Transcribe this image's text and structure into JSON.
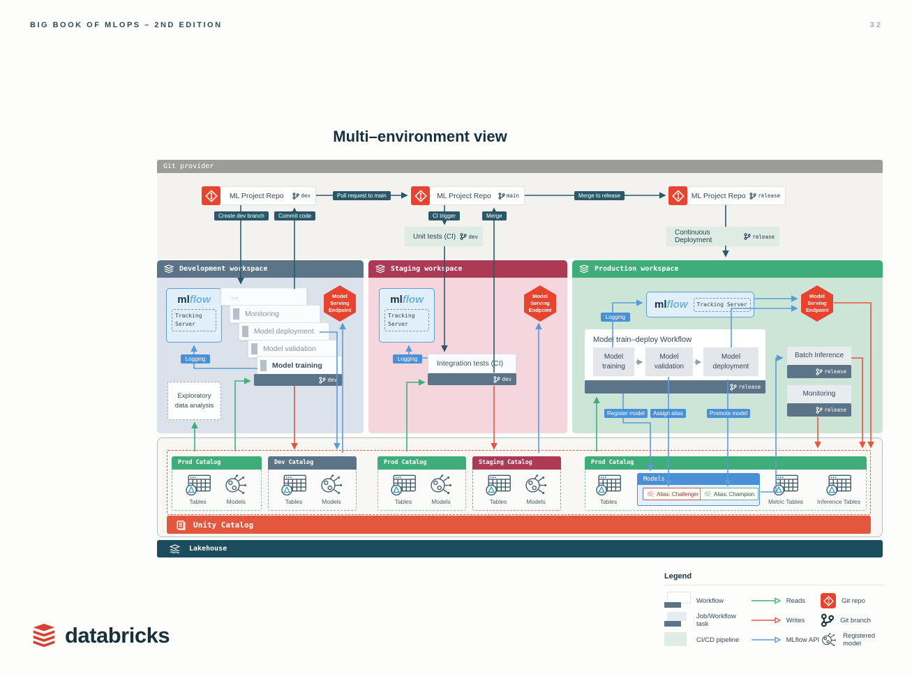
{
  "page": {
    "header_left": "BIG BOOK OF MLOPS – 2ND EDITION",
    "page_number": "32",
    "title": "Multi–environment view"
  },
  "colors": {
    "reads_arrow": "#3fae7c",
    "writes_arrow": "#e4543f",
    "mlflow_api_arrow": "#5a9bd5",
    "git_flow": "#29586b",
    "accent_red": "#e8432e",
    "dev_header": "#5b7487",
    "staging_header": "#ac3a55",
    "prod_header": "#3fad7a",
    "unity_bar": "#e4573f",
    "lakehouse_bar": "#1b4d5e",
    "pill_blue": "#4a90d9"
  },
  "git": {
    "provider_label": "Git provider",
    "repos": [
      {
        "label": "ML Project Repo",
        "branch": "dev"
      },
      {
        "label": "ML Project Repo",
        "branch": "main"
      },
      {
        "label": "ML Project Repo",
        "branch": "release"
      }
    ],
    "pills": {
      "create_dev_branch": "Create dev branch",
      "commit_code": "Commit code",
      "pull_request": "Pull request to main",
      "ci_trigger": "CI trigger",
      "merge": "Merge",
      "merge_to_release": "Merge to release"
    },
    "unit_tests": {
      "label": "Unit tests (CI)",
      "branch": "dev"
    },
    "cd": {
      "label": "Continuous Deployment",
      "branch": "release"
    }
  },
  "mlflow": {
    "ml": "ml",
    "flow": "flow",
    "tracking": "Tracking Server"
  },
  "ws": {
    "endpoint": "Model Serving Endpoint",
    "dev": {
      "header": "Development workspace",
      "stack": [
        "…",
        "Monitoring",
        "Model deployment",
        "Model validation",
        "Model training"
      ],
      "branch": "dev",
      "logging": "Logging",
      "eda": "Exploratory data analysis"
    },
    "staging": {
      "header": "Staging workspace",
      "integration": "Integration tests (CI)",
      "branch": "dev",
      "logging": "Logging"
    },
    "prod": {
      "header": "Production workspace",
      "workflow_title": "Model train–deploy Workflow",
      "steps": [
        "Model training",
        "Model validation",
        "Model deployment"
      ],
      "branch": "release",
      "pills": [
        "Register model",
        "Assign alias",
        "Promote model"
      ],
      "batch": "Batch Inference",
      "monitoring": "Monitoring",
      "logging": "Logging"
    }
  },
  "catalogs": {
    "cards": [
      {
        "title": "Prod Catalog",
        "items": [
          "Tables",
          "Models"
        ]
      },
      {
        "title": "Dev Catalog",
        "items": [
          "Tables",
          "Models"
        ]
      },
      {
        "title": "Prod Catalog",
        "items": [
          "Tables",
          "Models"
        ]
      },
      {
        "title": "Staging Catalog",
        "items": [
          "Tables",
          "Models"
        ]
      },
      {
        "title": "Prod Catalog",
        "tables": "Tables",
        "models_title": "Models",
        "aliases": [
          "Alias: Challenger",
          "Alias: Champion"
        ],
        "metric": "Metric Tables",
        "inference": "Inference Tables"
      }
    ],
    "unity": "Unity Catalog",
    "lakehouse": "Lakehouse"
  },
  "legend": {
    "title": "Legend",
    "boxes": [
      "Workflow",
      "Job/Workflow task",
      "CI/CD pipeline"
    ],
    "arrows": [
      "Reads",
      "Writes",
      "MLflow API"
    ],
    "icons": [
      "Git repo",
      "Git branch",
      "Registered model"
    ]
  },
  "footer": {
    "brand": "databricks"
  }
}
